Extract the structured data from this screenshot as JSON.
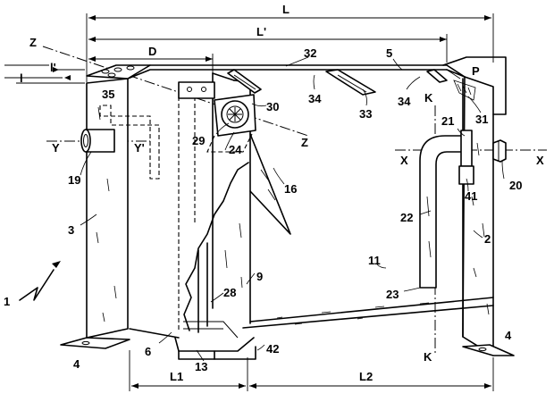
{
  "labels": {
    "L": "L",
    "L_prime": "L'",
    "D": "D",
    "Z_left": "Z",
    "Z_right": "Z",
    "l_prime": "l'",
    "l": "l",
    "n32": "32",
    "n5": "5",
    "P": "P",
    "n35": "35",
    "n30": "30",
    "n34a": "34",
    "n34b": "34",
    "n33": "33",
    "K_top": "K",
    "K_bottom": "K",
    "n31": "31",
    "n21": "21",
    "Y_left": "Y",
    "Y_right": "Y'",
    "n29": "29",
    "n24": "24",
    "X_left": "X",
    "X_right": "X",
    "n19": "19",
    "n41": "41",
    "n20": "20",
    "n16": "16",
    "n3": "3",
    "n22": "22",
    "n2": "2",
    "n11": "11",
    "n9": "9",
    "n1": "1",
    "n28": "28",
    "n23": "23",
    "n6": "6",
    "n4_left": "4",
    "n4_right": "4",
    "n13": "13",
    "n42": "42",
    "L1": "L1",
    "L2": "L2"
  }
}
